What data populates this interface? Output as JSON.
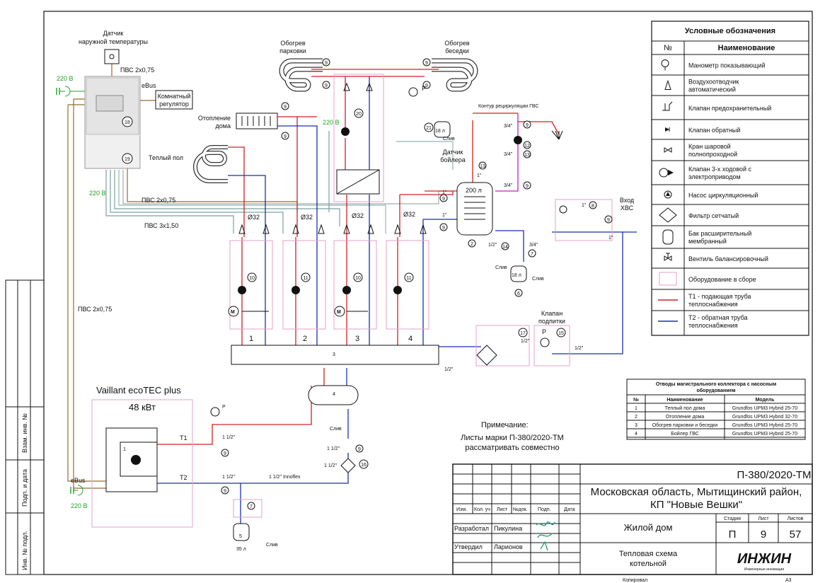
{
  "diagram": {
    "outdoor_sensor": "Датчик\nнаружной температуры",
    "pvs_075": "ПВС 2х0,75",
    "ebus": "eBus",
    "room_reg": "Комнатный\nрегулятор",
    "heating_house": "Отопление\nдома",
    "warm_floor": "Теплый пол",
    "heat_parking": "Обогрев\nпарковки",
    "heat_gazebo": "Обогрев\nбеседки",
    "dhw_recirc": "Контур рециркуляции ГВС",
    "boiler_sensor": "Датчик\nбойлера",
    "cold_inlet": "Вход\nХВС",
    "pvs_315": "ПВС 3х1,50",
    "v220": "220 В",
    "p": "P",
    "tank18": "18 л",
    "tank35": "35 л",
    "tank200": "200 л",
    "drain": "Слив",
    "d32": "Ø32",
    "collector_labels": [
      "1",
      "2",
      "3",
      "4"
    ],
    "make_up_valve": "Клапан\nподпитки",
    "main_boiler": "Vaillant ecoTEC plus",
    "power": "48 кВт",
    "t1": "T1",
    "t2": "T2",
    "innoflex": "1 1/2\" Innoflex",
    "s112": "1 1/2\"",
    "s12": "1/2\"",
    "s34": "3/4\"",
    "s1": "1\"",
    "note_title": "Примечание:",
    "note_body": "Листы марки П-380/2020-ТМ\nрассматривать совместно",
    "copied": "Копировал",
    "format": "А3"
  },
  "legend": {
    "title": "Условные обозначения",
    "col_no": "№",
    "col_name": "Наименование",
    "items": [
      "Манометр показывающий",
      "Воздухоотводчик\nавтоматический",
      "Клапан предохранительный",
      "Клапан обратный",
      "Кран шаровой\nполнопроходной",
      "Клапан 3-х ходовой с\nэлектроприводом",
      "Насос циркуляционный",
      "Фильтр сетчатый",
      "Бак расширительный\nмембранный",
      "Вентиль балансировочный",
      "Оборудование в сборе",
      "Т1 - подающая труба\nтеплоснабжения",
      "Т2 - обратная труба\nтеплоснабжения"
    ]
  },
  "branches_table": {
    "title": "Отводы магистрального коллектора с насосным\nоборудованием",
    "headers": [
      "№",
      "Наименование",
      "Модель"
    ],
    "rows": [
      [
        "1",
        "Теплый пол дома",
        "Grundfos UPM3 Hybrid 25-70"
      ],
      [
        "2",
        "Отопление дома",
        "Grundfos UPM3 Hybrid 32-70"
      ],
      [
        "3",
        "Обогрев парковки и беседки",
        "Grundfos UPM3 Hybrid 25-70"
      ],
      [
        "4",
        "Бойлер ГВС",
        "Grundfos UPM3 Hybrid 25-70"
      ]
    ]
  },
  "stamp": {
    "code": "П-380/2020-ТМ",
    "address": "Московская область, Мытищинский район,\nКП \"Новые Вешки\"",
    "cols": [
      "Изм.",
      "Кол. уч",
      "Лист",
      "№док.",
      "Подп.",
      "Дата"
    ],
    "developed": "Разработал",
    "dev_name": "Пикулина",
    "approved": "Утвердил",
    "appr_name": "Ларионов",
    "object": "Жилой дом",
    "stage_h": "Стадия",
    "sheet_h": "Лист",
    "sheets_h": "Листов",
    "stage": "П",
    "sheet": "9",
    "sheets": "57",
    "drawing": "Тепловая схема\nкотельной",
    "logo": "ИНЖИН",
    "logo_sub": "Инженерные инновации"
  },
  "side_stamp": [
    "Взам. инв. №",
    "Подп. и дата",
    "Инв. № подл."
  ],
  "colors": {
    "supply": "#d42020",
    "return": "#1a2fb0",
    "cable": "#9a6a2a",
    "green": "#22a022",
    "equip": "#e6a0c8"
  }
}
